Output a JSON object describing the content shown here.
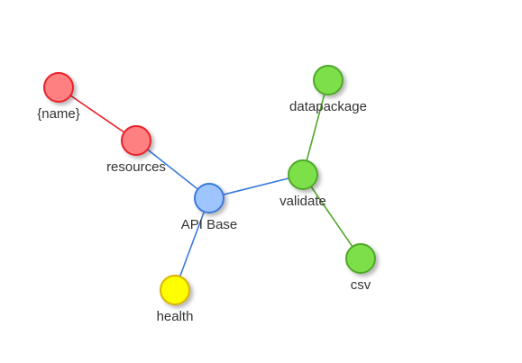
{
  "graph": {
    "colors": {
      "red": {
        "fill": "#ff8080",
        "stroke": "#e8202a"
      },
      "blue": {
        "fill": "#9ec5ff",
        "stroke": "#3a7ad9"
      },
      "green": {
        "fill": "#7ee04a",
        "stroke": "#4fa82a"
      },
      "yellow": {
        "fill": "#ffff00",
        "stroke": "#d9b300"
      }
    },
    "nodes": [
      {
        "id": "name",
        "label": "{name}",
        "color": "red"
      },
      {
        "id": "resources",
        "label": "resources",
        "color": "red"
      },
      {
        "id": "api-base",
        "label": "API Base",
        "color": "blue"
      },
      {
        "id": "health",
        "label": "health",
        "color": "yellow"
      },
      {
        "id": "validate",
        "label": "validate",
        "color": "green"
      },
      {
        "id": "datapackage",
        "label": "datapackage",
        "color": "green"
      },
      {
        "id": "csv",
        "label": "csv",
        "color": "green"
      }
    ],
    "edges": [
      {
        "source": "name",
        "target": "resources",
        "color": "#e8202a"
      },
      {
        "source": "resources",
        "target": "api-base",
        "color": "#3a7ad9"
      },
      {
        "source": "api-base",
        "target": "health",
        "color": "#3a7ad9"
      },
      {
        "source": "api-base",
        "target": "validate",
        "color": "#3a7ad9"
      },
      {
        "source": "validate",
        "target": "datapackage",
        "color": "#4fa82a"
      },
      {
        "source": "validate",
        "target": "csv",
        "color": "#4fa82a"
      }
    ]
  }
}
